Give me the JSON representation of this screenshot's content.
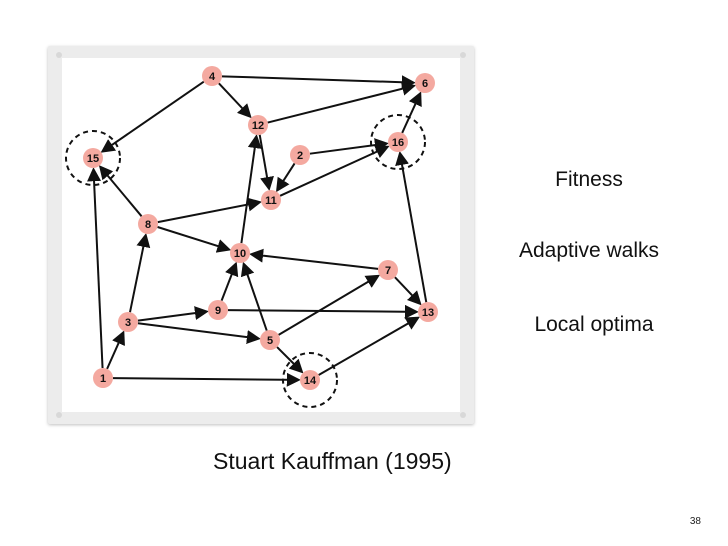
{
  "slide": {
    "bullets": [
      "Fitness",
      "Adaptive walks",
      "Local optima"
    ],
    "caption": "Stuart Kauffman (1995)",
    "page_number": "38"
  },
  "diagram": {
    "nodes": [
      {
        "id": "1",
        "label": "1"
      },
      {
        "id": "2",
        "label": "2"
      },
      {
        "id": "3",
        "label": "3"
      },
      {
        "id": "4",
        "label": "4"
      },
      {
        "id": "5",
        "label": "5"
      },
      {
        "id": "6",
        "label": "6"
      },
      {
        "id": "7",
        "label": "7"
      },
      {
        "id": "8",
        "label": "8"
      },
      {
        "id": "9",
        "label": "9"
      },
      {
        "id": "10",
        "label": "10"
      },
      {
        "id": "11",
        "label": "11"
      },
      {
        "id": "12",
        "label": "12"
      },
      {
        "id": "13",
        "label": "13"
      },
      {
        "id": "14",
        "label": "14"
      },
      {
        "id": "15",
        "label": "15"
      },
      {
        "id": "16",
        "label": "16"
      }
    ],
    "local_optima": [
      "15",
      "16",
      "14"
    ],
    "colors": {
      "node_fill": "#f4a9a0",
      "edge": "#111111",
      "frame": "#ececec"
    }
  }
}
